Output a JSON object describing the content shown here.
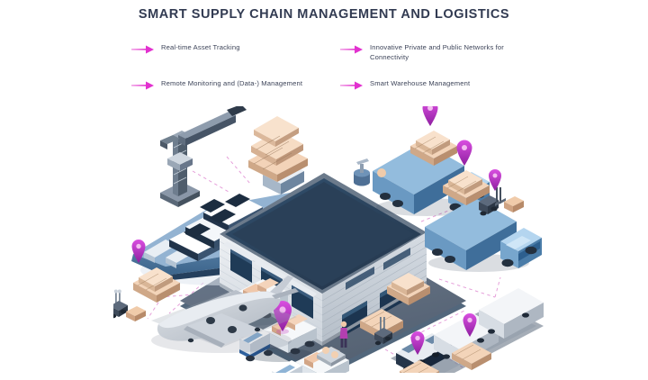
{
  "page": {
    "title": "SMART SUPPLY CHAIN MANAGEMENT AND LOGISTICS",
    "background_color": "#ffffff",
    "title_color": "#323b52",
    "accent_color": "#e23fd0",
    "pin_color": "#c22ec0",
    "arrow_color": "#ee4fd8"
  },
  "legend": {
    "items": [
      {
        "id": "real-time-asset-tracking",
        "label": "Real-time Asset Tracking",
        "icon": "arrow-right-icon",
        "color": "#ee4fd8"
      },
      {
        "id": "innovative-networks",
        "label": "Innovative Private and Public Networks for Connectivity",
        "icon": "arrow-right-icon",
        "color": "#ee4fd8"
      },
      {
        "id": "remote-monitoring",
        "label": "Remote Monitoring and (Data-) Management",
        "icon": "arrow-right-icon",
        "color": "#ee4fd8"
      },
      {
        "id": "smart-warehouse",
        "label": "Smart Warehouse Management",
        "icon": "arrow-right-icon",
        "color": "#ee4fd8"
      }
    ]
  },
  "illustration": {
    "name": "isometric-supply-chain-scene",
    "elements": [
      {
        "id": "cargo-ship",
        "label": "Cargo Ship",
        "color": "#5d85ad"
      },
      {
        "id": "port-crane",
        "label": "Port Crane",
        "color": "#6f7c91"
      },
      {
        "id": "warehouse",
        "label": "Smart Warehouse",
        "roof_color": "#2c4259",
        "wall_color": "#d8dde4",
        "dock_color": "#203a55"
      },
      {
        "id": "semi-truck-1",
        "label": "Semi Truck",
        "color": "#6f9fc8"
      },
      {
        "id": "semi-truck-2",
        "label": "Semi Truck",
        "color": "#6f9fc8"
      },
      {
        "id": "delivery-van-1",
        "label": "Delivery Van",
        "color": "#ffffff"
      },
      {
        "id": "delivery-van-2",
        "label": "Delivery Van",
        "color": "#ffffff"
      },
      {
        "id": "delivery-van-3",
        "label": "Delivery Van",
        "color": "#ffffff"
      },
      {
        "id": "cargo-airplane",
        "label": "Cargo Airplane",
        "color": "#c5cad3"
      },
      {
        "id": "freight-train",
        "label": "Freight Train",
        "color": "#e3e7ec"
      },
      {
        "id": "forklift",
        "label": "Forklift",
        "color": "#4a5668"
      },
      {
        "id": "pallet-stack",
        "label": "Pallet Stack",
        "color": "#edc3a6"
      },
      {
        "id": "location-pin",
        "label": "Location Pin",
        "color": "#c22ec0"
      },
      {
        "id": "ground-platform",
        "label": "Ground Platform",
        "color": "#5d6b7e"
      }
    ],
    "connector_style": "dashed-pink"
  }
}
